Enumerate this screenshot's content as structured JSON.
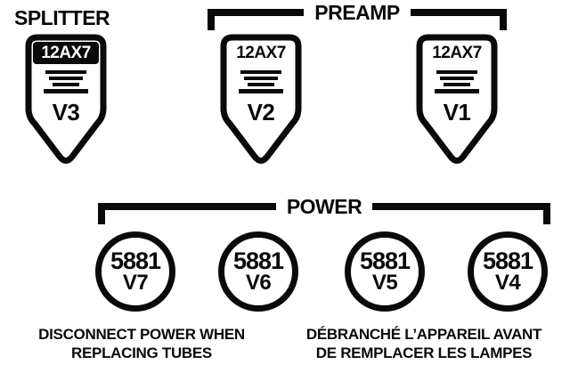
{
  "colors": {
    "ink": "#0a0a0a",
    "paper": "#ffffff"
  },
  "labels": {
    "splitter": "SPLITTER",
    "preamp": "PREAMP",
    "power": "POWER"
  },
  "preamp_tubes": [
    {
      "type": "12AX7",
      "designator": "V3",
      "section": "splitter",
      "header_inverted": true
    },
    {
      "type": "12AX7",
      "designator": "V2",
      "section": "preamp",
      "header_inverted": false
    },
    {
      "type": "12AX7",
      "designator": "V1",
      "section": "preamp",
      "header_inverted": false
    }
  ],
  "power_tubes": [
    {
      "type": "5881",
      "designator": "V7"
    },
    {
      "type": "5881",
      "designator": "V6"
    },
    {
      "type": "5881",
      "designator": "V5"
    },
    {
      "type": "5881",
      "designator": "V4"
    }
  ],
  "warnings": {
    "english": {
      "line1": "DISCONNECT POWER WHEN",
      "line2": "REPLACING TUBES"
    },
    "french": {
      "line1": "DÉBRANCHÉ L’APPAREIL AVANT",
      "line2": "DE REMPLACER LES LAMPES"
    }
  }
}
